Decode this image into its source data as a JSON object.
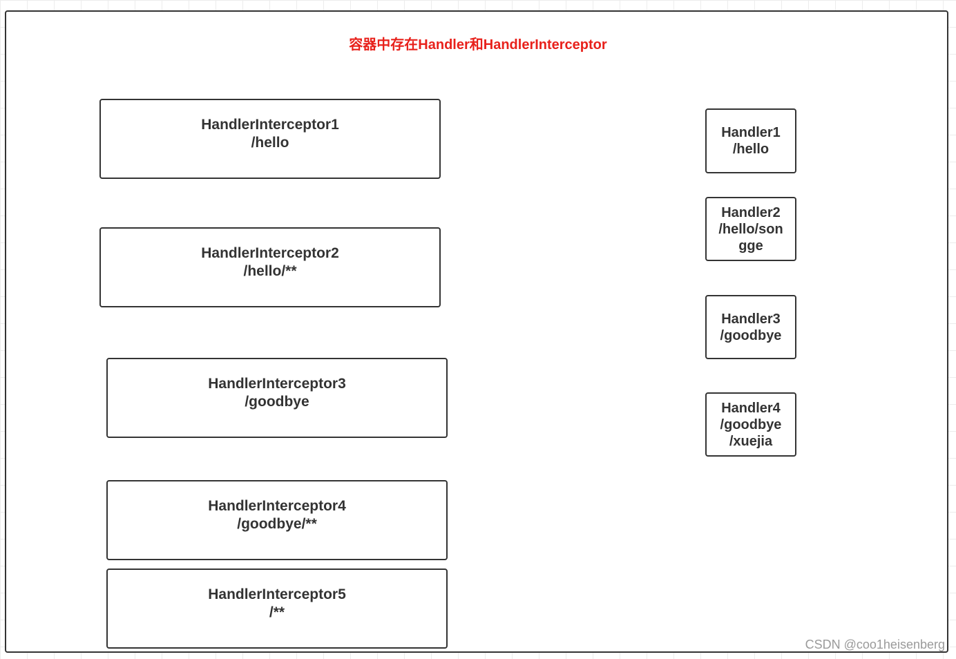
{
  "title": "容器中存在Handler和HandlerInterceptor",
  "interceptors": [
    {
      "name": "HandlerInterceptor1",
      "path": "/hello"
    },
    {
      "name": "HandlerInterceptor2",
      "path": "/hello/**"
    },
    {
      "name": "HandlerInterceptor3",
      "path": "/goodbye"
    },
    {
      "name": "HandlerInterceptor4",
      "path": "/goodbye/**"
    },
    {
      "name": "HandlerInterceptor5",
      "path": "/**"
    }
  ],
  "handlers": [
    {
      "name": "Handler1",
      "path_lines": [
        "/hello"
      ]
    },
    {
      "name": "Handler2",
      "path_lines": [
        "/hello/son",
        "gge"
      ]
    },
    {
      "name": "Handler3",
      "path_lines": [
        "/goodbye"
      ]
    },
    {
      "name": "Handler4",
      "path_lines": [
        "/goodbye",
        "/xuejia"
      ]
    }
  ],
  "watermark": "CSDN @coo1heisenberg"
}
